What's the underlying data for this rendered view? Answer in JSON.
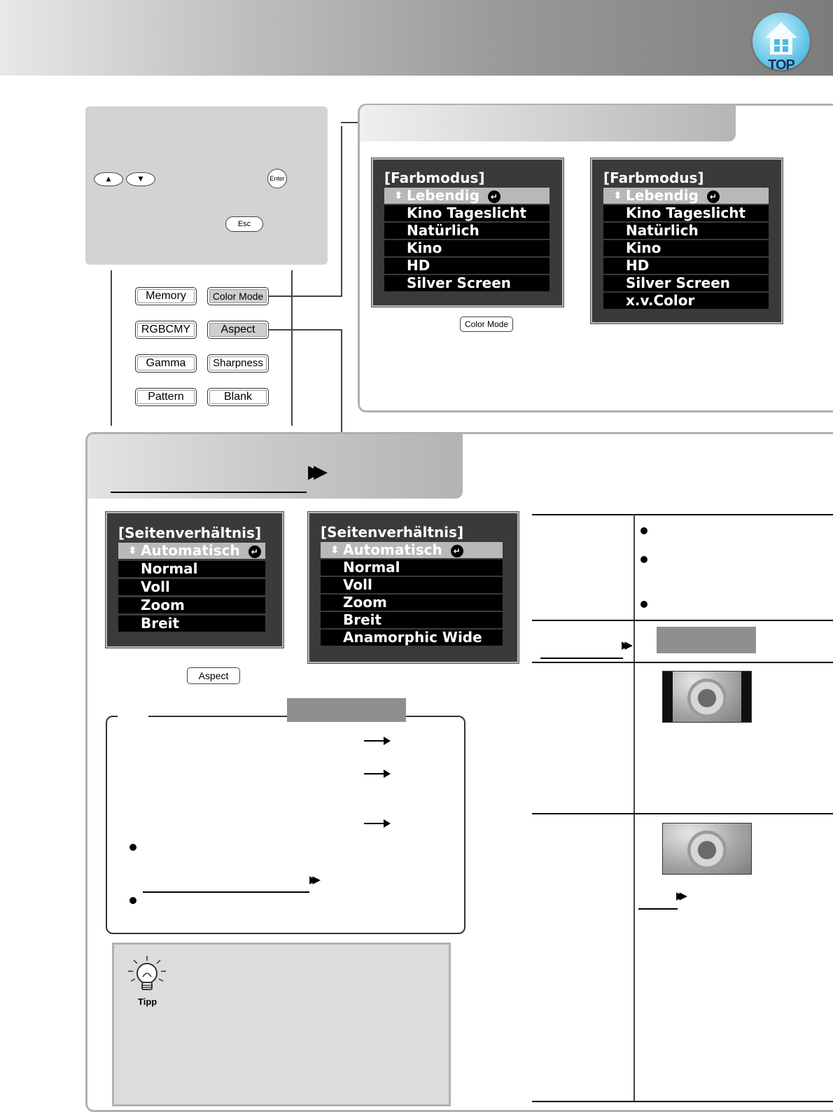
{
  "header": {
    "top_label": "TOP"
  },
  "remote": {
    "up_symbol": "▲",
    "down_symbol": "▼",
    "enter_label": "Enter",
    "esc_label": "Esc",
    "buttons": {
      "memory": "Memory",
      "color_mode": "Color Mode",
      "rgbcmy": "RGBCMY",
      "aspect": "Aspect",
      "gamma": "Gamma",
      "sharpness": "Sharpness",
      "pattern": "Pattern",
      "blank": "Blank"
    }
  },
  "color_mode_section": {
    "osd_left": {
      "title": "[Farbmodus]",
      "items": [
        "Lebendig",
        "Kino Tageslicht",
        "Natürlich",
        "Kino",
        "HD",
        "Silver Screen"
      ]
    },
    "osd_right": {
      "title": "[Farbmodus]",
      "items": [
        "Lebendig",
        "Kino Tageslicht",
        "Natürlich",
        "Kino",
        "HD",
        "Silver Screen",
        "x.v.Color"
      ]
    },
    "remote_button_label": "Color Mode"
  },
  "aspect_section": {
    "osd_left": {
      "title": "[Seitenverhältnis]",
      "items": [
        "Automatisch",
        "Normal",
        "Voll",
        "Zoom",
        "Breit"
      ]
    },
    "osd_right": {
      "title": "[Seitenverhältnis]",
      "items": [
        "Automatisch",
        "Normal",
        "Voll",
        "Zoom",
        "Breit",
        "Anamorphic Wide"
      ]
    },
    "remote_button_label": "Aspect"
  },
  "tip": {
    "label": "Tipp"
  },
  "colors": {
    "header_gray": "#7c7c7c",
    "panel_gray": "#d3d3d3",
    "top_blue": "#2fa4cf"
  }
}
